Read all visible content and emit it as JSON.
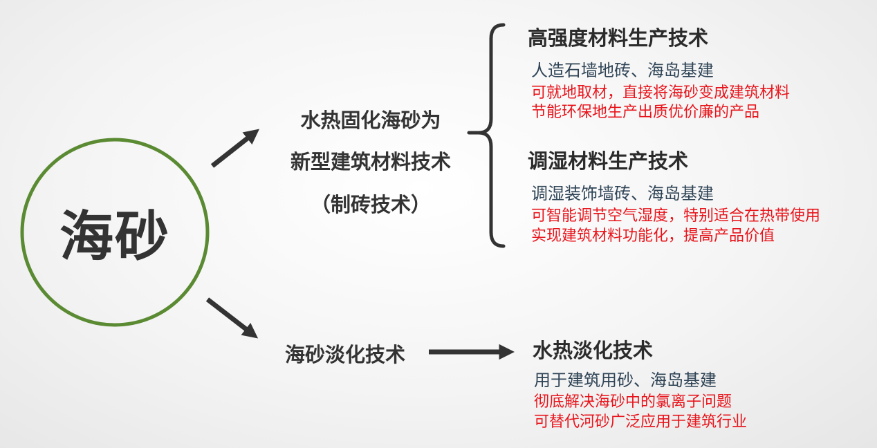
{
  "center": {
    "label": "海砂"
  },
  "branch1": {
    "title_lines": [
      "水热固化海砂为",
      "新型建筑材料技术",
      "（制砖技术）"
    ],
    "items": [
      {
        "heading": "高强度材料生产技术",
        "use": "人造石墙地砖、海岛基建",
        "notes": [
          "可就地取材，直接将海砂变成建筑材料",
          "节能环保地生产出质优价廉的产品"
        ]
      },
      {
        "heading": "调湿材料生产技术",
        "use": "调湿装饰墙砖、海岛基建",
        "notes": [
          "可智能调节空气湿度，特别适合在热带使用",
          "实现建筑材料功能化，提高产品价值"
        ]
      }
    ]
  },
  "branch2": {
    "title": "海砂淡化技术",
    "item": {
      "heading": "水热淡化技术",
      "use": "用于建筑用砂、海岛基建",
      "notes": [
        "彻底解决海砂中的氯离子问题",
        "可替代河砂广泛应用于建筑行业"
      ]
    }
  },
  "colors": {
    "circle_stroke": "#5a8a32",
    "text_dark": "#333333",
    "text_blue": "#2f4456",
    "text_red": "#e8141b"
  }
}
